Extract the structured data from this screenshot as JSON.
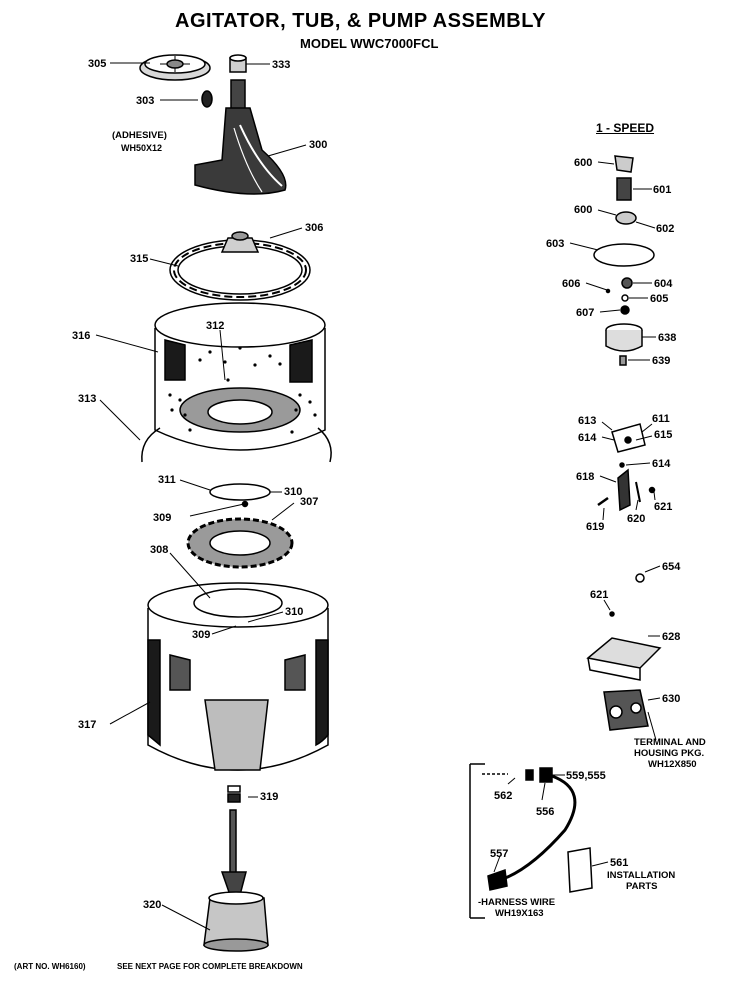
{
  "header": {
    "title": "AGITATOR, TUB, & PUMP ASSEMBLY",
    "model": "MODEL WWC7000FCL"
  },
  "section": {
    "speed_label": "1 - SPEED"
  },
  "notes": {
    "adhesive_line1": "(ADHESIVE)",
    "adhesive_line2": "WH50X12",
    "terminal_line1": "TERMINAL AND",
    "terminal_line2": "HOUSING PKG.",
    "terminal_line3": "WH12X850",
    "installation_line1": "INSTALLATION",
    "installation_line2": "PARTS",
    "harness_line1": "-HARNESS WIRE",
    "harness_line2": "WH19X163"
  },
  "footer": {
    "art_no": "(ART NO. WH6160)",
    "see_next": "SEE NEXT PAGE FOR COMPLETE BREAKDOWN"
  },
  "callouts": {
    "c305": "305",
    "c333": "333",
    "c303": "303",
    "c300": "300",
    "c306": "306",
    "c315": "315",
    "c316": "316",
    "c312": "312",
    "c313": "313",
    "c311": "311",
    "c310a": "310",
    "c309a": "309",
    "c307": "307",
    "c308": "308",
    "c310b": "310",
    "c309b": "309",
    "c317": "317",
    "c319": "319",
    "c320": "320",
    "c600a": "600",
    "c601": "601",
    "c600b": "600",
    "c602": "602",
    "c603": "603",
    "c606": "606",
    "c604": "604",
    "c605": "605",
    "c607": "607",
    "c638": "638",
    "c639": "639",
    "c613": "613",
    "c611": "611",
    "c614a": "614",
    "c615": "615",
    "c614b": "614",
    "c618": "618",
    "c619": "619",
    "c620": "620",
    "c621a": "621",
    "c654": "654",
    "c621b": "621",
    "c628": "628",
    "c630": "630",
    "c562": "562",
    "c556": "556",
    "c559": "559,555",
    "c557": "557",
    "c561": "561"
  }
}
